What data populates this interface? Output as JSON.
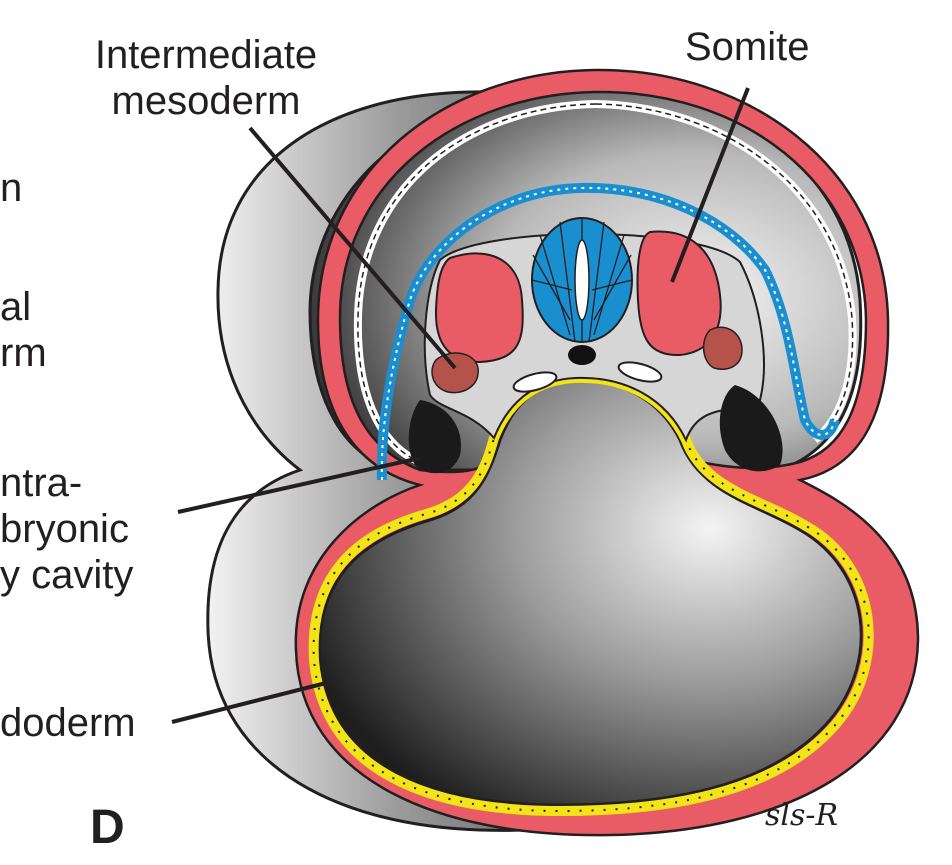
{
  "labels": {
    "intermediate_mesoderm": [
      "Intermediate",
      "mesoderm"
    ],
    "somite": "Somite",
    "left_fragment_1": "n",
    "left_fragment_2": [
      "al",
      "rm"
    ],
    "intraembryonic_cavity": [
      "ntra-",
      "bryonic",
      "y cavity"
    ],
    "endoderm": "doderm"
  },
  "panel_letter": "D",
  "signature": "sls-R",
  "colors": {
    "mesoderm_red": "#ea5c65",
    "ectoderm_blue": "#1a8fd0",
    "endoderm_yellow": "#f2e416",
    "cavity_dark": "#1a1a1a",
    "tissue_gray": "#d6d6d6",
    "outline": "#231f20"
  }
}
